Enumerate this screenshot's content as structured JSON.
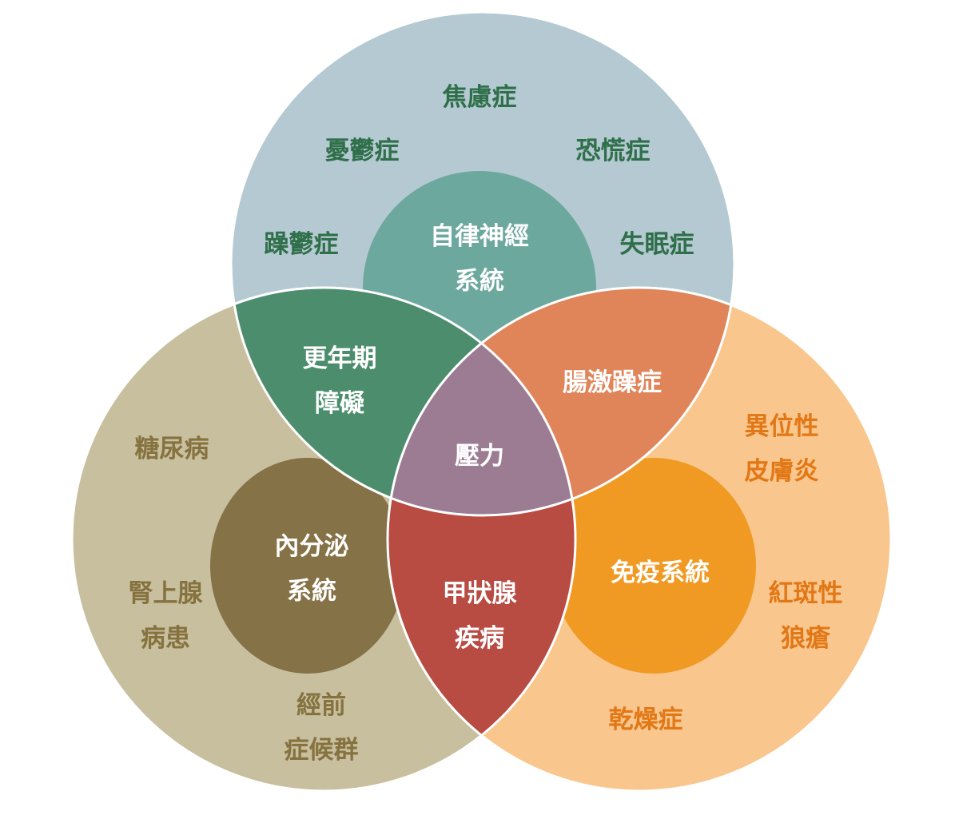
{
  "colors": {
    "top_circle": "#b4c9d1",
    "left_circle": "#c8bf9f",
    "right_circle": "#f9c78d",
    "top_inner": "#6da89e",
    "left_inner": "#857246",
    "right_inner": "#f09a24",
    "top_left_overlap": "#4b8d6c",
    "top_right_overlap": "#e0845a",
    "bottom_overlap": "#b84b42",
    "center": "#9b7c93",
    "text_top": "#2f6f4a",
    "text_left": "#85723f",
    "text_right": "#e27716",
    "text_white": "#ffffff"
  },
  "top_circle": {
    "items": [
      {
        "lines": [
          "焦慮症"
        ]
      },
      {
        "lines": [
          "憂鬱症"
        ]
      },
      {
        "lines": [
          "恐慌症"
        ]
      },
      {
        "lines": [
          "躁鬱症"
        ]
      },
      {
        "lines": [
          "失眠症"
        ]
      }
    ],
    "inner": {
      "lines": [
        "自律神經",
        "系統"
      ]
    }
  },
  "left_circle": {
    "items": [
      {
        "lines": [
          "糖尿病"
        ]
      },
      {
        "lines": [
          "腎上腺",
          "病患"
        ]
      },
      {
        "lines": [
          "經前",
          "症候群"
        ]
      }
    ],
    "inner": {
      "lines": [
        "內分泌",
        "系統"
      ]
    }
  },
  "right_circle": {
    "items": [
      {
        "lines": [
          "異位性",
          "皮膚炎"
        ]
      },
      {
        "lines": [
          "紅斑性",
          "狼瘡"
        ]
      },
      {
        "lines": [
          "乾燥症"
        ]
      }
    ],
    "inner": {
      "lines": [
        "免疫系統"
      ]
    }
  },
  "overlaps": {
    "top_left": {
      "lines": [
        "更年期",
        "障礙"
      ]
    },
    "top_right": {
      "lines": [
        "腸激躁症"
      ]
    },
    "bottom": {
      "lines": [
        "甲狀腺",
        "疾病"
      ]
    },
    "center": {
      "lines": [
        "壓力"
      ]
    }
  }
}
